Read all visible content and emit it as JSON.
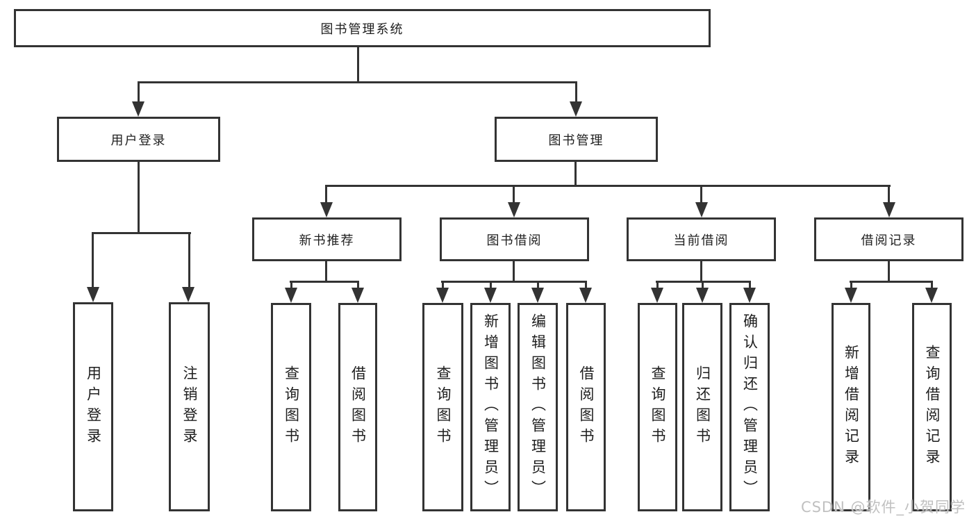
{
  "title": "图书管理系统",
  "watermark": "CSDN @软件_小贺同学",
  "colors": {
    "line": "#333333",
    "text": "#1e1e1e",
    "background": "#ffffff",
    "watermark": "#c0c0c0"
  },
  "tree": {
    "label": "图书管理系统",
    "children": [
      {
        "label": "用户登录",
        "children": [
          {
            "label": "用户登录"
          },
          {
            "label": "注销登录"
          }
        ]
      },
      {
        "label": "图书管理",
        "children": [
          {
            "label": "新书推荐",
            "children": [
              {
                "label": "查询图书"
              },
              {
                "label": "借阅图书"
              }
            ]
          },
          {
            "label": "图书借阅",
            "children": [
              {
                "label": "查询图书"
              },
              {
                "label": "新增图书（管理员）"
              },
              {
                "label": "编辑图书（管理员）"
              },
              {
                "label": "借阅图书"
              }
            ]
          },
          {
            "label": "当前借阅",
            "children": [
              {
                "label": "查询图书"
              },
              {
                "label": "归还图书"
              },
              {
                "label": "确认归还（管理员）"
              }
            ]
          },
          {
            "label": "借阅记录",
            "children": [
              {
                "label": "新增借阅记录"
              },
              {
                "label": "查询借阅记录"
              }
            ]
          }
        ]
      }
    ]
  }
}
